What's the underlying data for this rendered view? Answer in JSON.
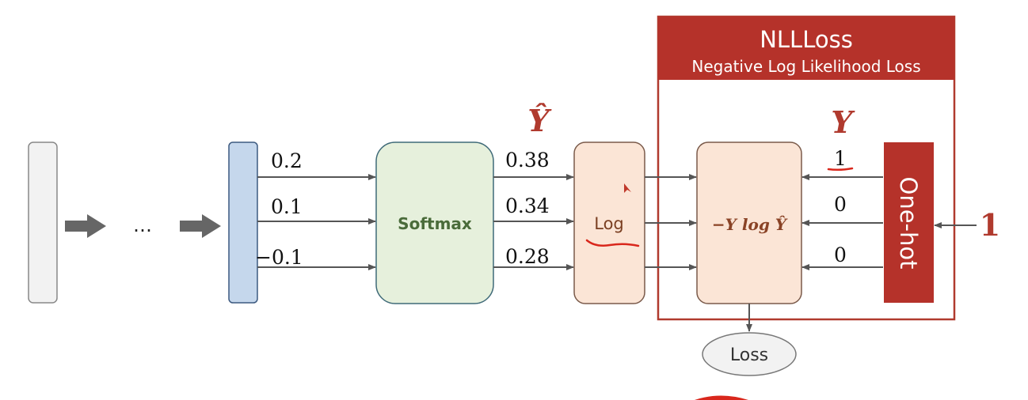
{
  "nll": {
    "title": "NLLLoss",
    "subtitle": "Negative Log Likelihood Loss"
  },
  "ellipsis": "…",
  "logits": [
    "0.2",
    "0.1",
    "−0.1"
  ],
  "softmax_label": "Softmax",
  "yhat_label": "Ŷ",
  "probs": [
    "0.38",
    "0.34",
    "0.28"
  ],
  "log_label": "Log",
  "formula": {
    "part1": "−Y log ",
    "part2": "Ŷ"
  },
  "y_label": "Y",
  "onehot_values": [
    "1",
    "0",
    "0"
  ],
  "onehot_label": "One-hot",
  "class_label": "1",
  "loss_label": "Loss",
  "colors": {
    "accent_red": "#b03a2e",
    "title_red": "#b5322a",
    "softmax_fill": "#e6f0dc",
    "softmax_stroke": "#3f6a78",
    "log_fill": "#fbe5d6",
    "log_stroke": "#7a5a4a",
    "input_fill": "#c5d7ec",
    "gray_box": "#f2f2f2",
    "arrow": "#555555"
  }
}
